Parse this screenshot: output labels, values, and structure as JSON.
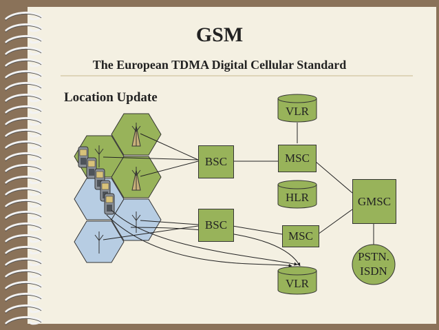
{
  "slide": {
    "title": "GSM",
    "subtitle": "The European TDMA Digital Cellular Standard",
    "section_label": "Location Update"
  },
  "nodes": {
    "bsc_top": "BSC",
    "bsc_bottom": "BSC",
    "msc_top": "MSC",
    "msc_bottom": "MSC",
    "vlr_top": "VLR",
    "vlr_bottom": "VLR",
    "hlr": "HLR",
    "gmsc": "GMSC",
    "pstn_line1": "PSTN.",
    "pstn_line2": "ISDN"
  },
  "colors": {
    "background": "#8a7259",
    "slide": "#f4f0e2",
    "node_fill": "#98b35a",
    "cell_green": "#98b35a",
    "cell_blue": "#b7cde3",
    "antenna_fill": "#c8b07a",
    "divider": "#c9b98d"
  },
  "icons": [
    "spiral-binding",
    "antenna-icon",
    "mobile-phone-icon"
  ]
}
